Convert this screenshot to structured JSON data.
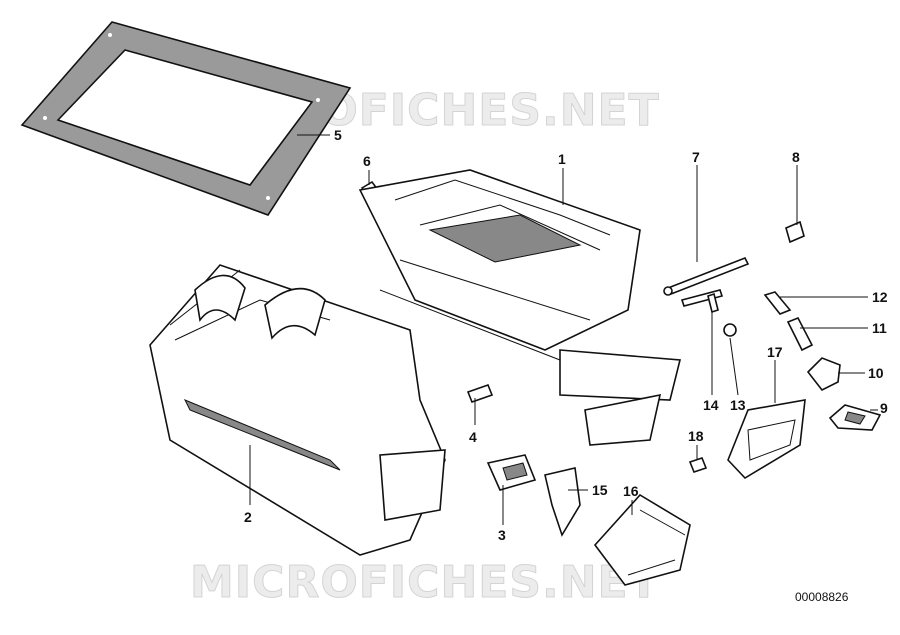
{
  "watermark": "MICROFICHES.NET",
  "doc_id": "00008826",
  "callouts": [
    {
      "id": "1",
      "label": "1"
    },
    {
      "id": "2",
      "label": "2"
    },
    {
      "id": "3",
      "label": "3"
    },
    {
      "id": "4",
      "label": "4"
    },
    {
      "id": "5",
      "label": "5"
    },
    {
      "id": "6",
      "label": "6"
    },
    {
      "id": "7",
      "label": "7"
    },
    {
      "id": "8",
      "label": "8"
    },
    {
      "id": "9",
      "label": "9"
    },
    {
      "id": "10",
      "label": "10"
    },
    {
      "id": "11",
      "label": "11"
    },
    {
      "id": "12",
      "label": "12"
    },
    {
      "id": "13",
      "label": "13"
    },
    {
      "id": "14",
      "label": "14"
    },
    {
      "id": "15",
      "label": "15"
    },
    {
      "id": "16",
      "label": "16"
    },
    {
      "id": "17",
      "label": "17"
    },
    {
      "id": "18",
      "label": "18"
    }
  ]
}
